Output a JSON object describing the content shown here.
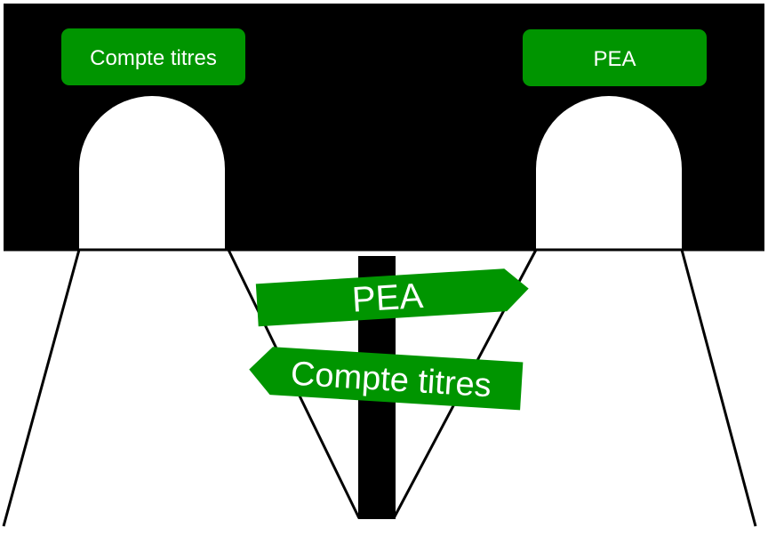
{
  "tunnels": {
    "left": {
      "label": "Compte titres"
    },
    "right": {
      "label": "PEA"
    }
  },
  "signpost": {
    "upper_sign": {
      "text": "PEA",
      "direction": "right"
    },
    "lower_sign": {
      "text": "Compte titres",
      "direction": "left"
    }
  },
  "colors": {
    "accent_green": "#009500",
    "wall": "#000000",
    "background": "#ffffff",
    "text_on_green": "#ffffff"
  }
}
